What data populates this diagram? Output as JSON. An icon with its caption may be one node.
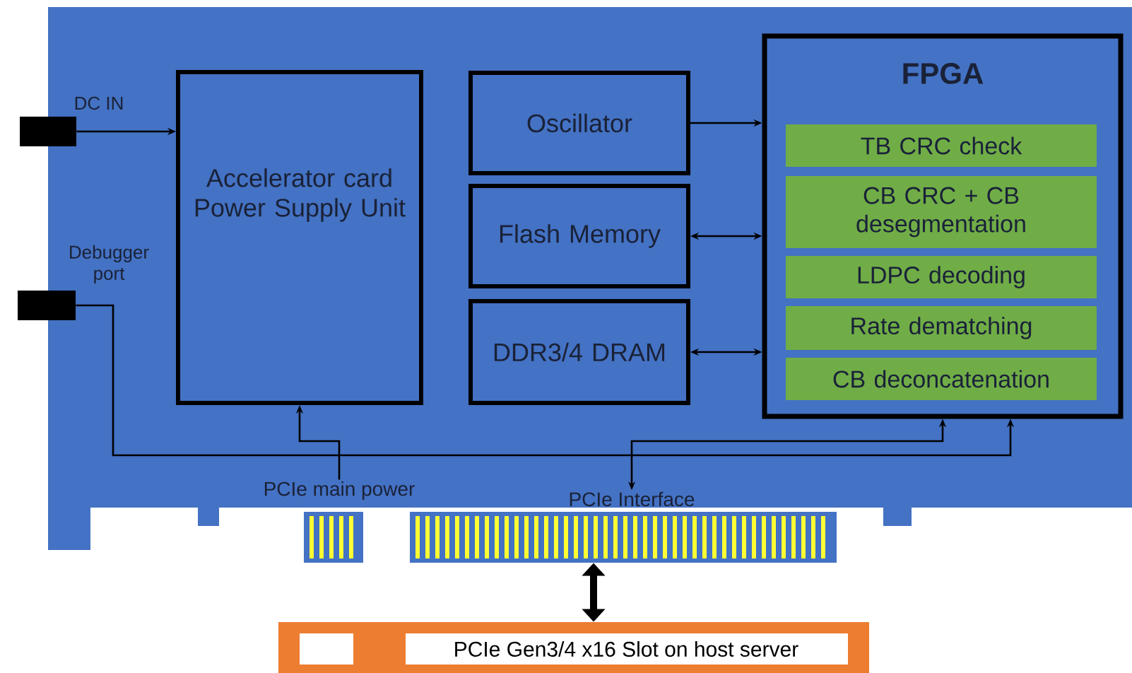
{
  "diagram": {
    "nodes": [
      {
        "text": [
          "DC IN"
        ]
      },
      {
        "text": [
          "Debugger port"
        ]
      },
      {
        "text": [
          "Accelerator card Power Supply Unit"
        ]
      },
      {
        "text": [
          "Oscillator"
        ]
      },
      {
        "text": [
          "Flash Memory"
        ]
      },
      {
        "text": [
          "DDR3/4 DRAM"
        ]
      },
      {
        "text": [
          "FPGA"
        ]
      },
      {
        "text": [
          "TB CRC check"
        ],
        "in": 6
      },
      {
        "text": [
          "CB CRC + CB desegmentation"
        ],
        "in": 6
      },
      {
        "text": [
          "LDPC decoding"
        ],
        "in": 6
      },
      {
        "text": [
          "Rate dematching"
        ],
        "in": 6
      },
      {
        "text": [
          "CB deconcatenation"
        ],
        "in": 6
      },
      {
        "text": [
          "PCIe main power"
        ]
      },
      {
        "text": [
          "PCIe Interface"
        ]
      },
      {
        "text": [
          "PCIe Gen3/4 x16 Slot on host server"
        ]
      }
    ],
    "edges": [
      {
        "from": 0,
        "to": 2,
        "arrow": "to"
      },
      {
        "from": 3,
        "to": 6,
        "arrow": "to"
      },
      {
        "from": 4,
        "to": 6,
        "arrow": "both"
      },
      {
        "from": 5,
        "to": 6,
        "arrow": "both"
      },
      {
        "from": 12,
        "to": 2,
        "arrow": "to"
      },
      {
        "from": 1,
        "to": 6,
        "arrow": "to"
      },
      {
        "from": 6,
        "to": 13,
        "arrow": "both"
      },
      {
        "from": 13,
        "to": 14,
        "arrow": "both",
        "style": "thick"
      }
    ]
  }
}
